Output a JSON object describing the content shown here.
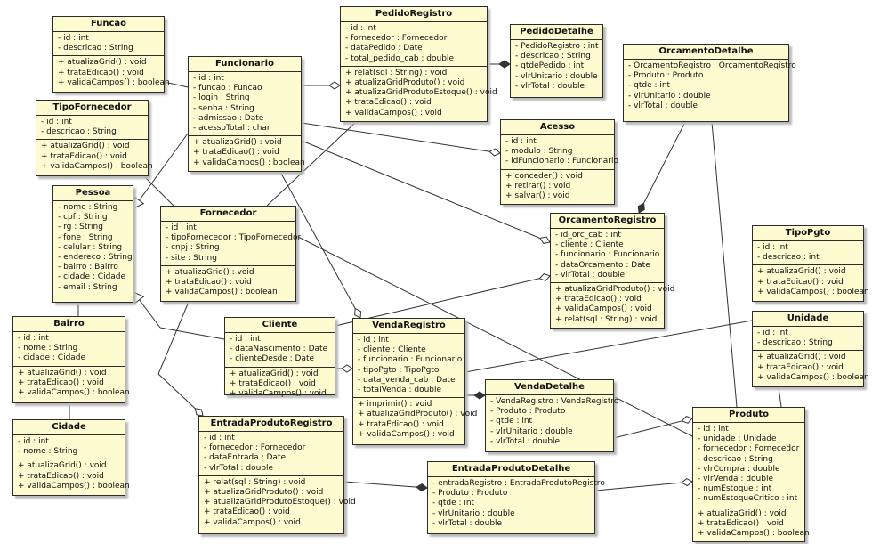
{
  "diagram": {
    "classes": [
      {
        "id": "Funcao",
        "name": "Funcao",
        "attributes": [
          "- id : int",
          "- descricao : String"
        ],
        "methods": [
          "+ atualizaGrid() : void",
          "+ trataEdicao() : void",
          "+ validaCampos() : boolean"
        ]
      },
      {
        "id": "Funcionario",
        "name": "Funcionario",
        "attributes": [
          "- id : int",
          "- funcao : Funcao",
          "- login : String",
          "- senha : String",
          "- admissao : Date",
          "- acessoTotal : char"
        ],
        "methods": [
          "+ atualizaGrid() : void",
          "+ trataEdicao() : void",
          "+ validaCampos() : boolean"
        ]
      },
      {
        "id": "PedidoRegistro",
        "name": "PedidoRegistro",
        "attributes": [
          "- id : int",
          "- fornecedor : Fornecedor",
          "- dataPedido : Date",
          "- total_pedido_cab : double"
        ],
        "methods": [
          "+ relat(sql : String) : void",
          "+ atualizaGridProduto() : void",
          "+ atualizaGridProdutoEstoque() : void",
          "+ trataEdicao() : void",
          "+ validaCampos() : void"
        ]
      },
      {
        "id": "PedidoDetalhe",
        "name": "PedidoDetalhe",
        "attributes": [
          "- PedidoRegistro : int",
          "- descricao : String",
          "- qtdePedido : int",
          "- vlrUnitario : double",
          "- vlrTotal : double"
        ],
        "methods": []
      },
      {
        "id": "OrcamentoDetalhe",
        "name": "OrcamentoDetalhe",
        "attributes": [
          "- OrcamentoRegistro : OrcamentoRegistro",
          "- Produto : Produto",
          "- qtde : int",
          "- vlrUnitario : double",
          "- vlrTotal : double"
        ],
        "methods": []
      },
      {
        "id": "TipoFornecedor",
        "name": "TipoFornecedor",
        "attributes": [
          "- id : int",
          "- descricao : String"
        ],
        "methods": [
          "+ atualizaGrid() : void",
          "+ trataEdicao() : void",
          "+ validaCampos() : boolean"
        ]
      },
      {
        "id": "Acesso",
        "name": "Acesso",
        "attributes": [
          "- id : int",
          "- modulo : String",
          "- idFuncionario : Funcionario"
        ],
        "methods": [
          "+ conceder() : void",
          "+ retirar() : void",
          "+ salvar() : void"
        ]
      },
      {
        "id": "Pessoa",
        "name": "Pessoa",
        "attributes": [
          "- nome : String",
          "- cpf : String",
          "- rg : String",
          "- fone : String",
          "- celular : String",
          "- endereco : String",
          "- bairro : Bairro",
          "- cidade : Cidade",
          "- email : String"
        ],
        "methods": []
      },
      {
        "id": "Fornecedor",
        "name": "Fornecedor",
        "attributes": [
          "- id : int",
          "- tipoFornecedor : TipoFornecedor",
          "- cnpj : String",
          "- site : String"
        ],
        "methods": [
          "+ atualizaGrid() : void",
          "+ trataEdicao() : void",
          "+ validaCampos() : boolean"
        ]
      },
      {
        "id": "OrcamentoRegistro",
        "name": "OrcamentoRegistro",
        "attributes": [
          "- id_orc_cab : int",
          "- cliente : Cliente",
          "- funcionario : Funcionario",
          "- dataOrcamento : Date",
          "- vlrTotal : double"
        ],
        "methods": [
          "+ atualizaGridProduto() : void",
          "+ trataEdicao() : void",
          "+ validaCampos() : void",
          "+ relat(sql : String) : void"
        ]
      },
      {
        "id": "TipoPgto",
        "name": "TipoPgto",
        "attributes": [
          "- id : int",
          "- descricao : int"
        ],
        "methods": [
          "+ atualizaGrid() : void",
          "+ trataEdicao() : void",
          "+ validaCampos() : boolean"
        ]
      },
      {
        "id": "Bairro",
        "name": "Bairro",
        "attributes": [
          "- id : int",
          "- nome : String",
          "- cidade : Cidade"
        ],
        "methods": [
          "+ atualizaGrid() : void",
          "+ trataEdicao() : void",
          "+ validaCampos() : boolean"
        ]
      },
      {
        "id": "Cliente",
        "name": "Cliente",
        "attributes": [
          "- id : int",
          "- dataNascimento : Date",
          "- clienteDesde : Date"
        ],
        "methods": [
          "+ atualizaGrid() : void",
          "+ trataEdicao() : void",
          "+ validaCampos() : void"
        ]
      },
      {
        "id": "VendaRegistro",
        "name": "VendaRegistro",
        "attributes": [
          "- id : int",
          "- cliente : Cliente",
          "- funcionario : Funcionario",
          "- tipoPgto : TipoPgto",
          "- data_venda_cab : Date",
          "- totalVenda : double"
        ],
        "methods": [
          "+ imprimir() : void",
          "+ atualizaGridProduto() : void",
          "+ trataEdicao() : void",
          "+ validaCampos() : void"
        ]
      },
      {
        "id": "Unidade",
        "name": "Unidade",
        "attributes": [
          "- id : int",
          "- descricao : String"
        ],
        "methods": [
          "+ atualizaGrid() : void",
          "+ trataEdicao() : void",
          "+ validaCampos() : boolean"
        ]
      },
      {
        "id": "VendaDetalhe",
        "name": "VendaDetalhe",
        "attributes": [
          "- VendaRegistro : VendaRegistro",
          "- Produto : Produto",
          "- qtde : int",
          "- vlrUnitario : double",
          "- vlrTotal : double"
        ],
        "methods": []
      },
      {
        "id": "Cidade",
        "name": "Cidade",
        "attributes": [
          "- id : int",
          "- nome : String"
        ],
        "methods": [
          "+ atualizaGrid() : void",
          "+ trataEdicao() : void",
          "+ validaCampos() : boolean"
        ]
      },
      {
        "id": "EntradaProdutoRegistro",
        "name": "EntradaProdutoRegistro",
        "attributes": [
          "- id : int",
          "- fornecedor : Fornecedor",
          "- dataEntrada : Date",
          "- vlrTotal : double"
        ],
        "methods": [
          "+ relat(sql : String) : void",
          "+ atualizaGridProduto() : void",
          "+ atualizaGridProdutoEstoque() : void",
          "+ trataEdicao() : void",
          "+ validaCampos() : void"
        ]
      },
      {
        "id": "Produto",
        "name": "Produto",
        "attributes": [
          "- id : int",
          "- unidade : Unidade",
          "- fornecedor : Fornecedor",
          "- descricao : String",
          "- vlrCompra : double",
          "- vlrVenda : double",
          "- numEstoque : int",
          "- numEstoqueCritico : int"
        ],
        "methods": [
          "+ atualizaGrid() : void",
          "+ trataEdicao() : void",
          "+ validaCampos() : boolean"
        ]
      },
      {
        "id": "EntradaProdutoDetalhe",
        "name": "EntradaProdutoDetalhe",
        "attributes": [
          "- entradaRegistro : EntradaProdutoRegistro",
          "- Produto : Produto",
          "- qtde : int",
          "- vlrUnitario : double",
          "- vlrTotal : double"
        ],
        "methods": []
      }
    ]
  }
}
